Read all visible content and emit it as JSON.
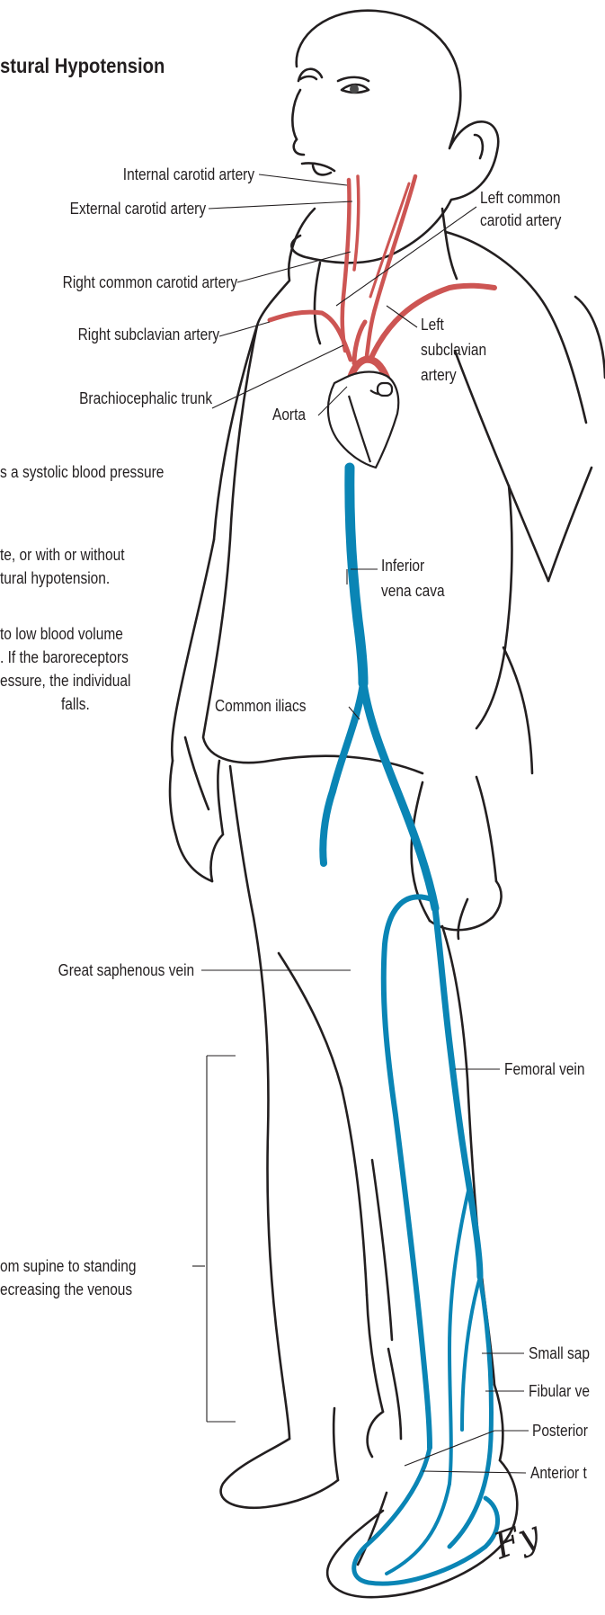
{
  "title": "stural Hypotension",
  "labels": {
    "internal_carotid": "Internal carotid artery",
    "external_carotid": "External carotid artery",
    "left_common_carotid_1": "Left common",
    "left_common_carotid_2": "carotid artery",
    "right_common_carotid": "Right common carotid artery",
    "right_subclavian": "Right subclavian artery",
    "left_subclavian_1": "Left",
    "left_subclavian_2": "subclavian",
    "left_subclavian_3": "artery",
    "brachiocephalic": "Brachiocephalic trunk",
    "aorta": "Aorta",
    "inferior_vena_cava_1": "Inferior",
    "inferior_vena_cava_2": "vena cava",
    "common_iliacs": "Common iliacs",
    "great_saphenous": "Great saphenous vein",
    "femoral": "Femoral vein",
    "small_saphenous": "Small sap",
    "fibular": "Fibular ve",
    "posterior_tibial": "Posterior",
    "anterior_tibial": "Anterior t"
  },
  "body_text": {
    "p1": "s a systolic blood pressure",
    "p2_1": "te, or with or without",
    "p2_2": "tural hypotension.",
    "p3_1": "to low blood volume",
    "p3_2": ". If the baroreceptors",
    "p3_3": "essure, the individual",
    "p3_4": "falls.",
    "p4_1": "om supine to standing",
    "p4_2": "ecreasing the venous"
  },
  "colors": {
    "artery": "#cd5553",
    "vein": "#0a85b5",
    "outline": "#231f20"
  }
}
